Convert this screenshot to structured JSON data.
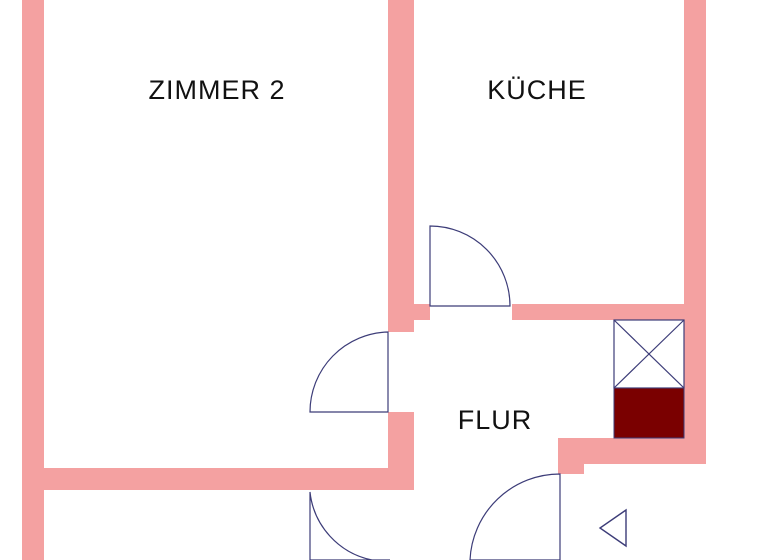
{
  "rooms": {
    "zimmer2": "ZIMMER 2",
    "kueche": "KÜCHE",
    "flur": "FLUR"
  },
  "colors": {
    "wall": "#f4a1a1",
    "line": "#3c3c78",
    "fixture_dark": "#7a0000",
    "background": "#ffffff"
  },
  "icons": {
    "entrance": "entrance-arrow-icon",
    "shaft": "shaft-cross-icon"
  }
}
